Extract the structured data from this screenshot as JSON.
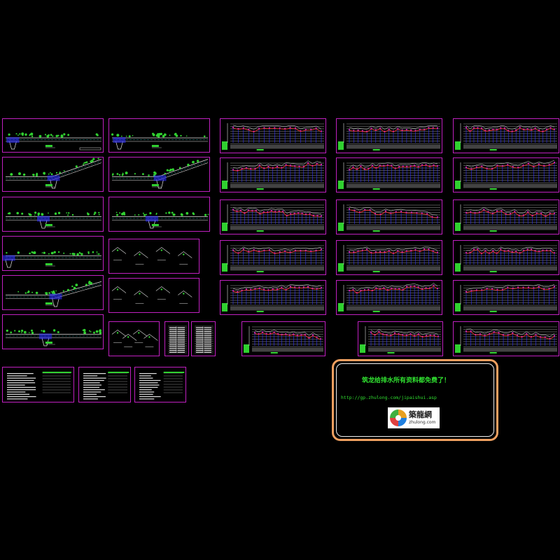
{
  "canvas": {
    "background": "#000000",
    "frame_color": "#c020c0"
  },
  "notice": {
    "title": "筑龙给排水所有资料都免费了！",
    "url": "http://gp.zhulong.com/jipaishui.asp",
    "text_color": "#30e030",
    "border_color": "#f0a060"
  },
  "logo": {
    "name": "築龍網",
    "domain": "zhulong.com",
    "alt_text": "筑龙网 logo"
  },
  "colors": {
    "lines": "#e0e0e0",
    "vegetation": "#30d030",
    "profile": "#ff3030",
    "accent": "#3030ff",
    "magenta": "#c020c0",
    "cyan": "#20c0c0"
  }
}
